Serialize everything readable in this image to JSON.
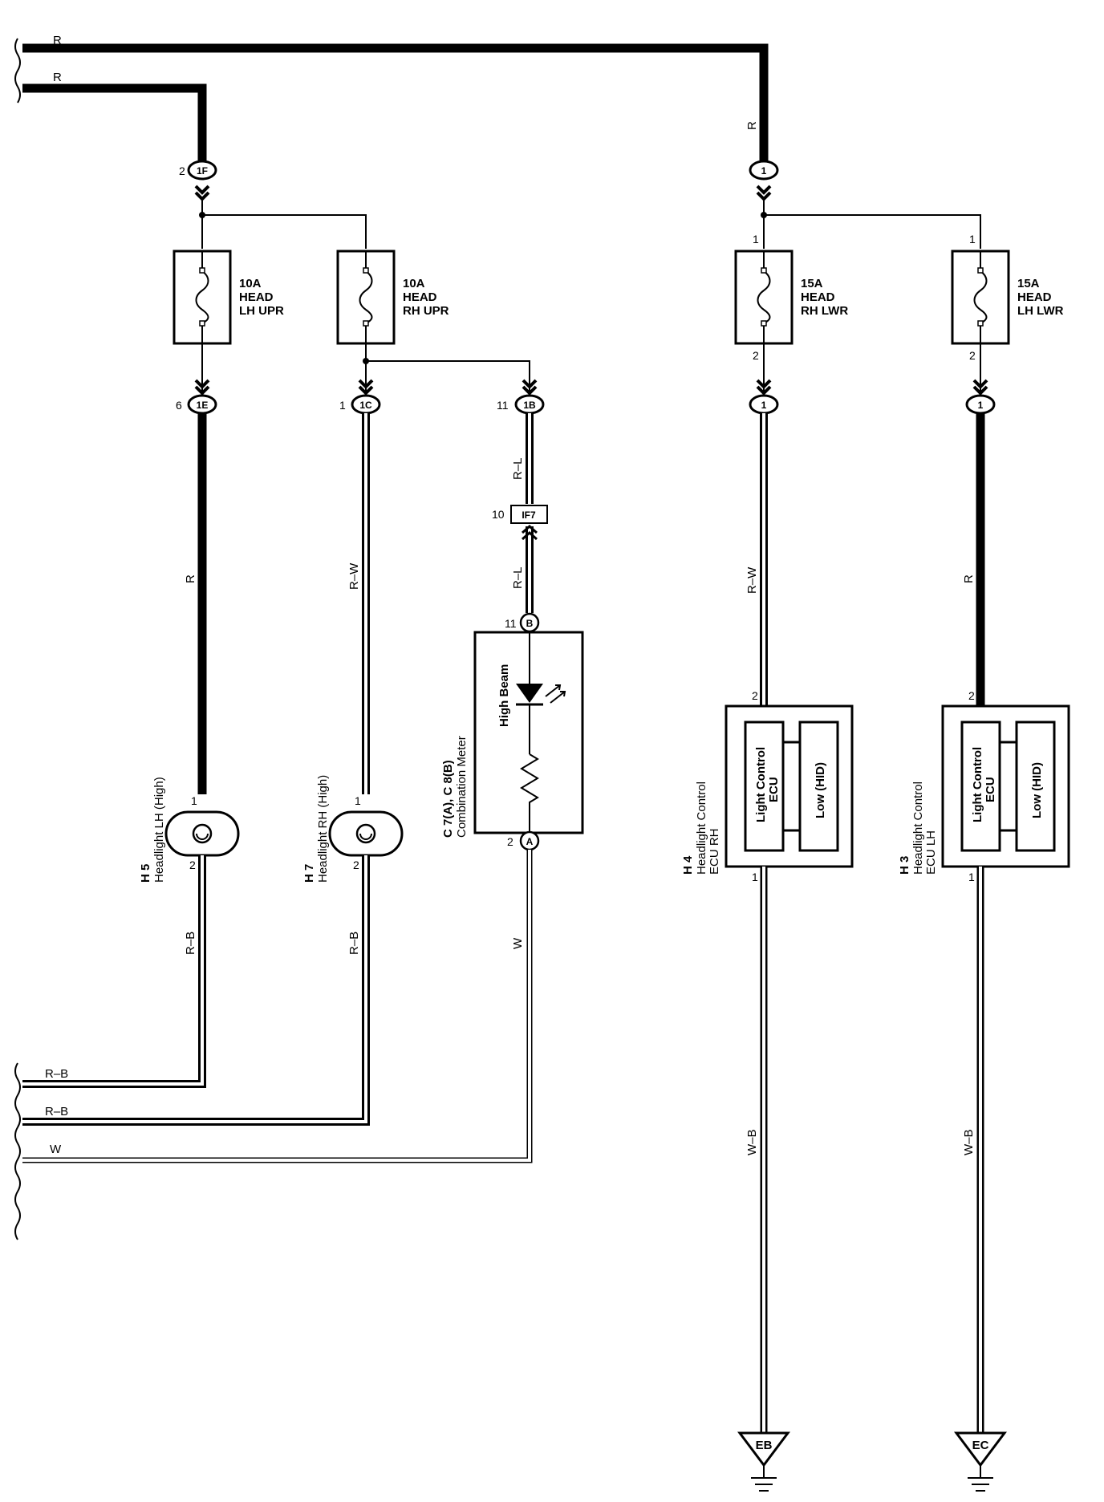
{
  "wires": {
    "top_r1": "R",
    "top_r2": "R",
    "right_feed": "R",
    "lh_upr_out": "R",
    "rh_upr_out": "R–W",
    "meter_in_top": "R–L",
    "meter_in_bottom": "R–L",
    "lh_gnd": "R–B",
    "rh_gnd": "R–B",
    "meter_out": "W",
    "ecu_rh_in": "R–W",
    "ecu_lh_in": "R",
    "ecu_rh_gnd": "W–B",
    "ecu_lh_gnd": "W–B",
    "bottom_rb1": "R–B",
    "bottom_rb2": "R–B",
    "bottom_w": "W"
  },
  "fuses": [
    {
      "amp": "10A",
      "name1": "HEAD",
      "name2": "LH UPR",
      "pin_in": "",
      "pin_out": ""
    },
    {
      "amp": "10A",
      "name1": "HEAD",
      "name2": "RH UPR",
      "pin_in": "",
      "pin_out": ""
    },
    {
      "amp": "15A",
      "name1": "HEAD",
      "name2": "RH LWR",
      "pin_in": "1",
      "pin_out": "2"
    },
    {
      "amp": "15A",
      "name1": "HEAD",
      "name2": "LH LWR",
      "pin_in": "1",
      "pin_out": "2"
    }
  ],
  "connectors": {
    "c1f": {
      "label": "1F",
      "pin": "2"
    },
    "c1": {
      "label": "1",
      "pin": ""
    },
    "c1e": {
      "label": "1E",
      "pin": "6"
    },
    "c1c": {
      "label": "1C",
      "pin": "1"
    },
    "c1b": {
      "label": "1B",
      "pin": "11"
    },
    "if7": {
      "label": "IF7",
      "pin": "10"
    },
    "rh_out": {
      "label": "1",
      "pin": ""
    },
    "lh_out": {
      "label": "1",
      "pin": ""
    },
    "meter_b": {
      "label": "B",
      "pin": "11"
    },
    "meter_a": {
      "label": "A",
      "pin": "2"
    }
  },
  "components": {
    "h5": {
      "code": "H 5",
      "name": "Headlight LH (High)",
      "pin_top": "1",
      "pin_bottom": "2"
    },
    "h7": {
      "code": "H 7",
      "name": "Headlight RH (High)",
      "pin_top": "1",
      "pin_bottom": "2"
    },
    "meter": {
      "code": "C 7(A), C 8(B)",
      "name": "Combination Meter",
      "inner": "High Beam"
    },
    "h4": {
      "code": "H 4",
      "name1": "Headlight Control",
      "name2": "ECU RH",
      "pin_top": "2",
      "pin_bottom": "1",
      "ecu1": "Light Control",
      "ecu2": "ECU",
      "low": "Low (HID)"
    },
    "h3": {
      "code": "H 3",
      "name1": "Headlight Control",
      "name2": "ECU LH",
      "pin_top": "2",
      "pin_bottom": "1",
      "ecu1": "Light Control",
      "ecu2": "ECU",
      "low": "Low (HID)"
    }
  },
  "grounds": {
    "eb": "EB",
    "ec": "EC"
  }
}
